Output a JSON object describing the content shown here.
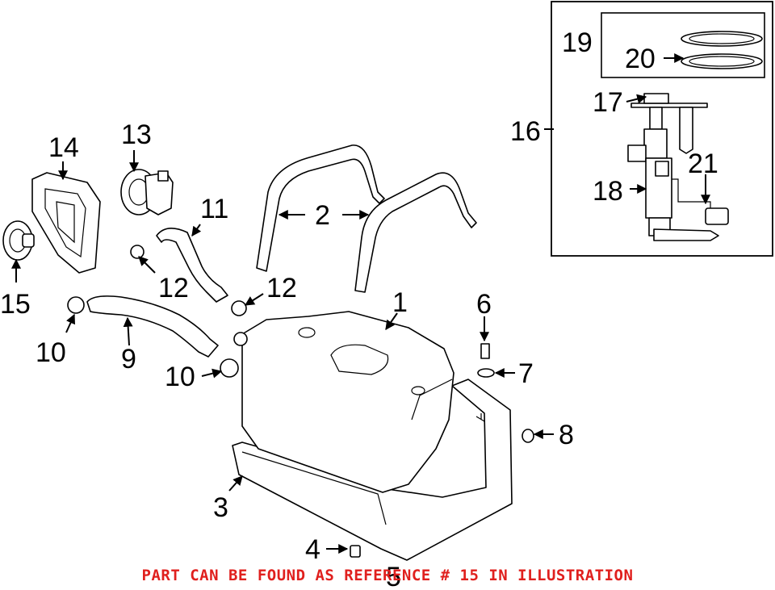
{
  "callouts": {
    "c1": "1",
    "c2": "2",
    "c3": "3",
    "c4": "4",
    "c5": "5",
    "c6": "6",
    "c7": "7",
    "c8": "8",
    "c9": "9",
    "c10a": "10",
    "c10b": "10",
    "c11": "11",
    "c12a": "12",
    "c12b": "12",
    "c13": "13",
    "c14": "14",
    "c15": "15",
    "c16": "16",
    "c17": "17",
    "c18": "18",
    "c19": "19",
    "c20": "20",
    "c21": "21"
  },
  "notice": {
    "text": "PART CAN BE FOUND AS REFERENCE # 15 IN ILLUSTRATION",
    "color": "#e0201e"
  }
}
